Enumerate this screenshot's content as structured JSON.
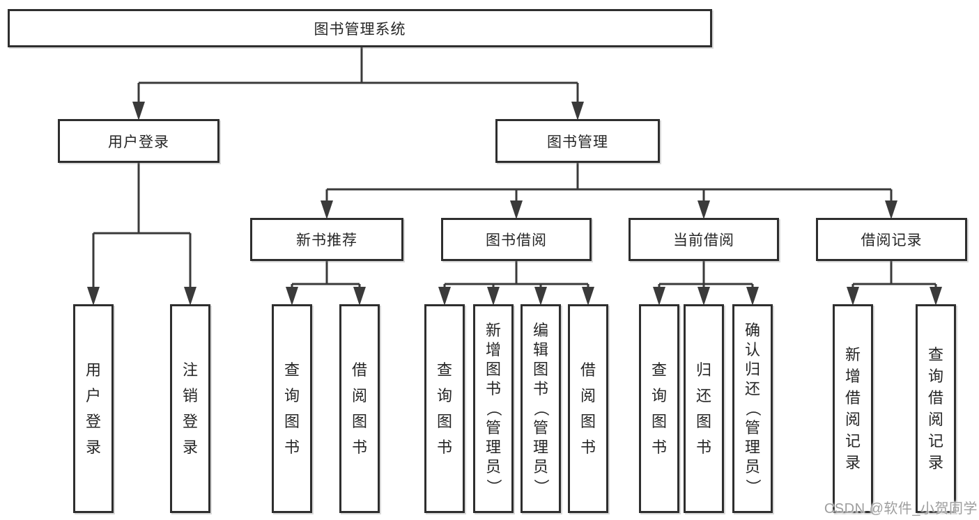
{
  "colors": {
    "background": "#ffffff",
    "line": "#3a3a3a",
    "box_border": "#2e2e2e",
    "text": "#262626",
    "watermark": "#9e9e9e"
  },
  "watermark": {
    "text": "CSDN @软件_小贺同学"
  },
  "tree": {
    "root": {
      "label": "图书管理系统"
    },
    "branches": [
      {
        "label": "用户登录",
        "children": [
          {
            "label": "用户登录"
          },
          {
            "label": "注销登录"
          }
        ]
      },
      {
        "label": "图书管理",
        "children": [
          {
            "label": "新书推荐",
            "children": [
              {
                "label": "查询图书"
              },
              {
                "label": "借阅图书"
              }
            ]
          },
          {
            "label": "图书借阅",
            "children": [
              {
                "label": "查询图书"
              },
              {
                "label": "新增图书（管理员）"
              },
              {
                "label": "编辑图书（管理员）"
              },
              {
                "label": "借阅图书"
              }
            ]
          },
          {
            "label": "当前借阅",
            "children": [
              {
                "label": "查询图书"
              },
              {
                "label": "归还图书"
              },
              {
                "label": "确认归还（管理员）"
              }
            ]
          },
          {
            "label": "借阅记录",
            "children": [
              {
                "label": "新增借阅记录"
              },
              {
                "label": "查询借阅记录"
              }
            ]
          }
        ]
      }
    ]
  }
}
